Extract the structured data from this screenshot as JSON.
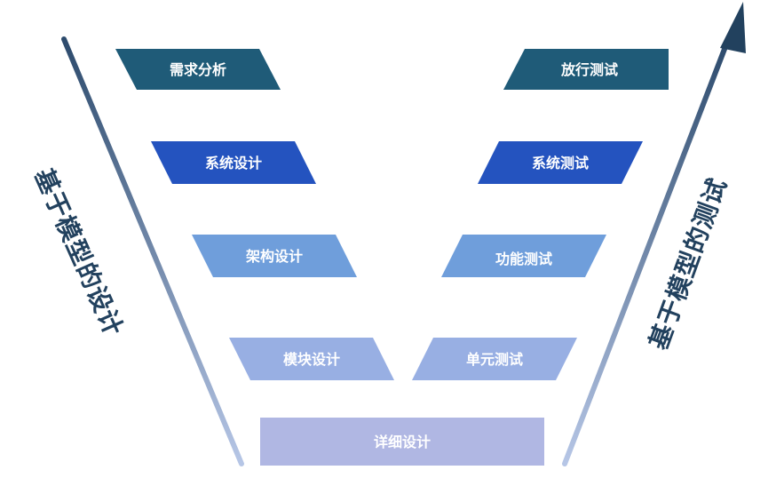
{
  "left_title": "基于模型的设计",
  "right_title": "基于模型的测试",
  "design_stages": [
    {
      "label": "需求分析",
      "color": "#1f5b78"
    },
    {
      "label": "系统设计",
      "color": "#2453bf"
    },
    {
      "label": "架构设计",
      "color": "#6f9edb"
    },
    {
      "label": "模块设计",
      "color": "#98afe3"
    }
  ],
  "test_stages": [
    {
      "label": "放行测试",
      "color": "#1f5b78"
    },
    {
      "label": "系统测试",
      "color": "#2453bf"
    },
    {
      "label": "功能测试",
      "color": "#6f9edb"
    },
    {
      "label": "单元测试",
      "color": "#98afe3"
    }
  ],
  "bottom_stage": {
    "label": "详细设计",
    "color": "#b0b7e3"
  }
}
